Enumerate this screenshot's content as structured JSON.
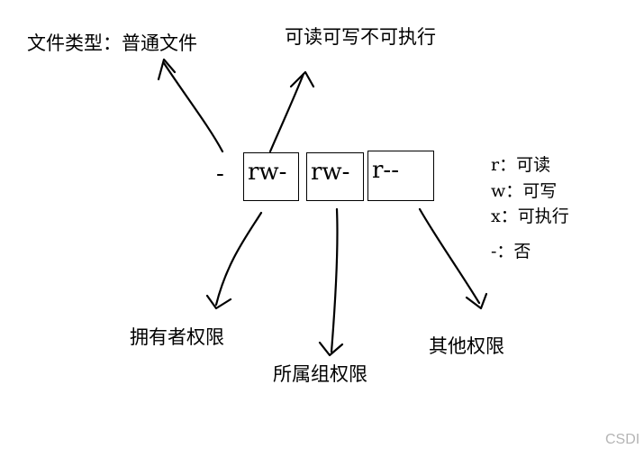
{
  "labels": {
    "file_type": "文件类型：普通文件",
    "rw_perm": "可读可写不可执行",
    "owner": "拥有者权限",
    "group": "所属组权限",
    "other": "其他权限"
  },
  "permissions": {
    "type_char": "-",
    "owner": "rw-",
    "group": "rw-",
    "other": "r--"
  },
  "legend": {
    "r": "r：可读",
    "w": "w：可写",
    "x": "x：可执行",
    "none": "-：否"
  },
  "watermark": "CSDI"
}
